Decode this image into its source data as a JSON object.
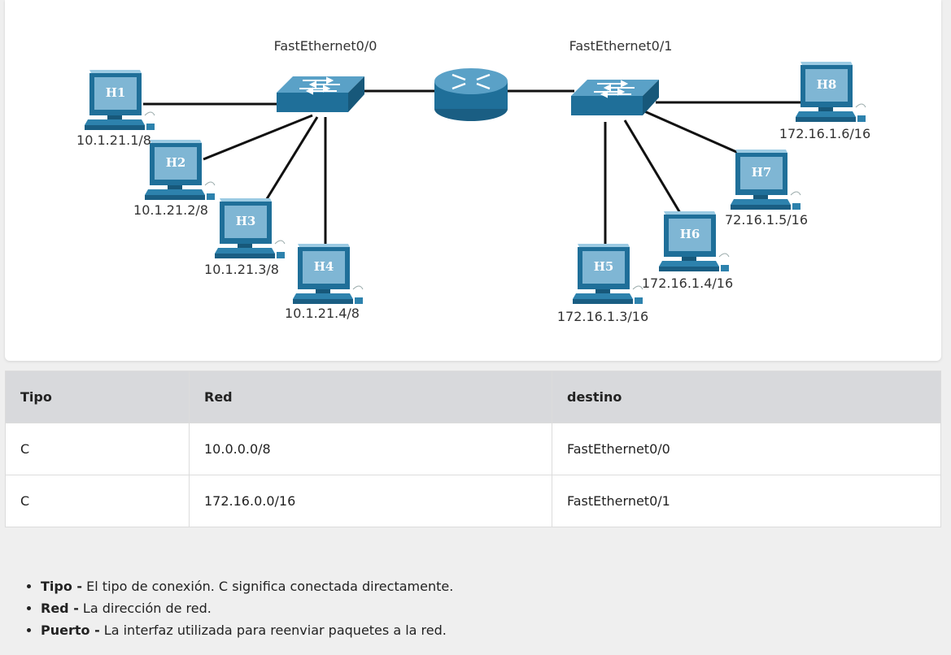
{
  "diagram": {
    "interfaces": {
      "left": "FastEthernet0/0",
      "right": "FastEthernet0/1"
    },
    "hosts": [
      {
        "id": "H1",
        "ip": "10.1.21.1/8"
      },
      {
        "id": "H2",
        "ip": "10.1.21.2/8"
      },
      {
        "id": "H3",
        "ip": "10.1.21.3/8"
      },
      {
        "id": "H4",
        "ip": "10.1.21.4/8"
      },
      {
        "id": "H5",
        "ip": "172.16.1.3/16"
      },
      {
        "id": "H6",
        "ip": "172.16.1.4/16"
      },
      {
        "id": "H7",
        "ip": "72.16.1.5/16"
      },
      {
        "id": "H8",
        "ip": "172.16.1.6/16"
      }
    ],
    "colors": {
      "device_top": "#5aa1c7",
      "device_front": "#1f6f99",
      "screen": "#7fb6d4",
      "link": "#111111"
    }
  },
  "table": {
    "headers": [
      "Tipo",
      "Red",
      "destino"
    ],
    "rows": [
      [
        "C",
        "10.0.0.0/8",
        "FastEthernet0/0"
      ],
      [
        "C",
        "172.16.0.0/16",
        "FastEthernet0/1"
      ]
    ]
  },
  "legend": [
    {
      "term": "Tipo -",
      "desc": " El tipo de conexión. C significa conectada directamente."
    },
    {
      "term": "Red -",
      "desc": " La dirección de red."
    },
    {
      "term": "Puerto -",
      "desc": " La interfaz utilizada para reenviar paquetes a la red."
    }
  ]
}
